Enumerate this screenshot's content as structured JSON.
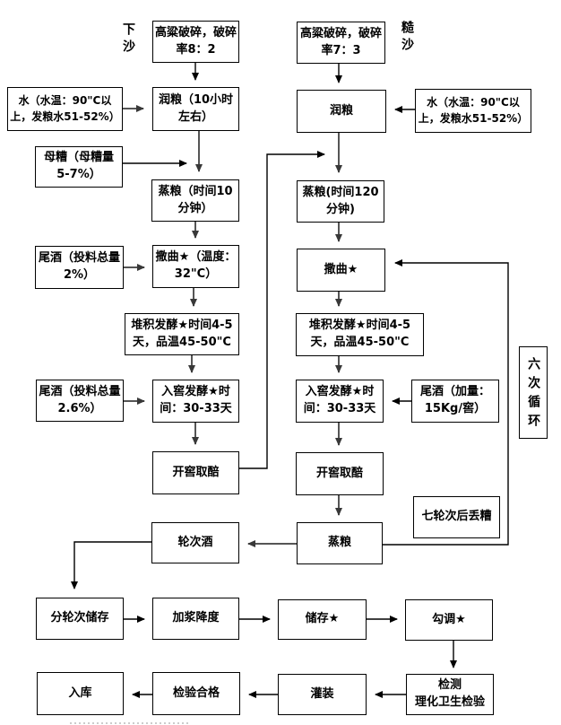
{
  "stage_labels": {
    "left": "下沙",
    "right": "糙沙"
  },
  "nodes": {
    "gaoliang_l": "高粱破碎，破碎率8：2",
    "water_l": "水（水温：90\"C以上，发粮水51-52%）",
    "runliang_l": "润粮（10小时左右）",
    "muzao": "母糟（母糟量5-7%）",
    "zhengliang_l": "蒸粮（时间10分钟）",
    "weijiu_2": "尾酒（投料总量2%）",
    "saqu_l": "撒曲★（温度：32\"C）",
    "duiji_l": "堆积发酵★时间4-5天，品温45-50\"C",
    "weijiu_26": "尾酒（投料总量2.6%）",
    "rujiao_l": "入窖发酵★时间：30-33天",
    "kaijiao_l": "开窖取醅",
    "gaoliang_r": "高粱破碎，破碎率7：3",
    "runliang_r": "润粮",
    "water_r": "水（水温：90\"C以上，发粮水51-52%）",
    "zhengliang_r1": "蒸粮(时间120分钟)",
    "saqu_r": "撒曲★",
    "duiji_r": "堆积发酵★时间4-5天，品温45-50\"C",
    "rujiao_r": "入窖发酵★时间：30-33天",
    "weijiu_15": "尾酒（加量：15Kg/窖）",
    "kaijiao_r": "开窖取醅",
    "zhengliang_r2": "蒸粮",
    "qilunci": "七轮次后丢糟",
    "liuci": "六次循环",
    "luncijiu": "轮次酒",
    "fenlunci": "分轮次储存",
    "jiajiang": "加浆降度",
    "chucun": "储存★",
    "goutiao": "勾调★",
    "ruku": "入库",
    "jianyan": "检验合格",
    "guanzhuang": "灌装",
    "jiance": "检测\n理化卫生检验"
  },
  "edges": [
    "gaoliang_l->runliang_l",
    "water_l->runliang_l",
    "runliang_l->zhengliang_l",
    "muzao->zhengliang_l",
    "zhengliang_l->saqu_l",
    "weijiu_2->saqu_l",
    "saqu_l->duiji_l",
    "duiji_l->rujiao_l",
    "weijiu_26->rujiao_l",
    "rujiao_l->kaijiao_l",
    "kaijiao_l->zhengliang_r1",
    "gaoliang_r->runliang_r",
    "water_r->runliang_r",
    "runliang_r->zhengliang_r1",
    "zhengliang_r1->saqu_r",
    "saqu_r->duiji_r",
    "duiji_r->rujiao_r",
    "weijiu_15->rujiao_r",
    "rujiao_r->kaijiao_r",
    "kaijiao_r->zhengliang_r2",
    "zhengliang_r2->saqu_r",
    "zhengliang_r2->luncijiu",
    "luncijiu->fenlunci",
    "fenlunci->jiajiang",
    "jiajiang->chucun",
    "chucun->goutiao",
    "goutiao->jiance",
    "jiance->guanzhuang",
    "guanzhuang->jianyan",
    "jianyan->ruku"
  ],
  "colors": {
    "background": "#ffffff",
    "box_border": "#000000",
    "flow_arrow": "#555555",
    "line": "#000000"
  }
}
